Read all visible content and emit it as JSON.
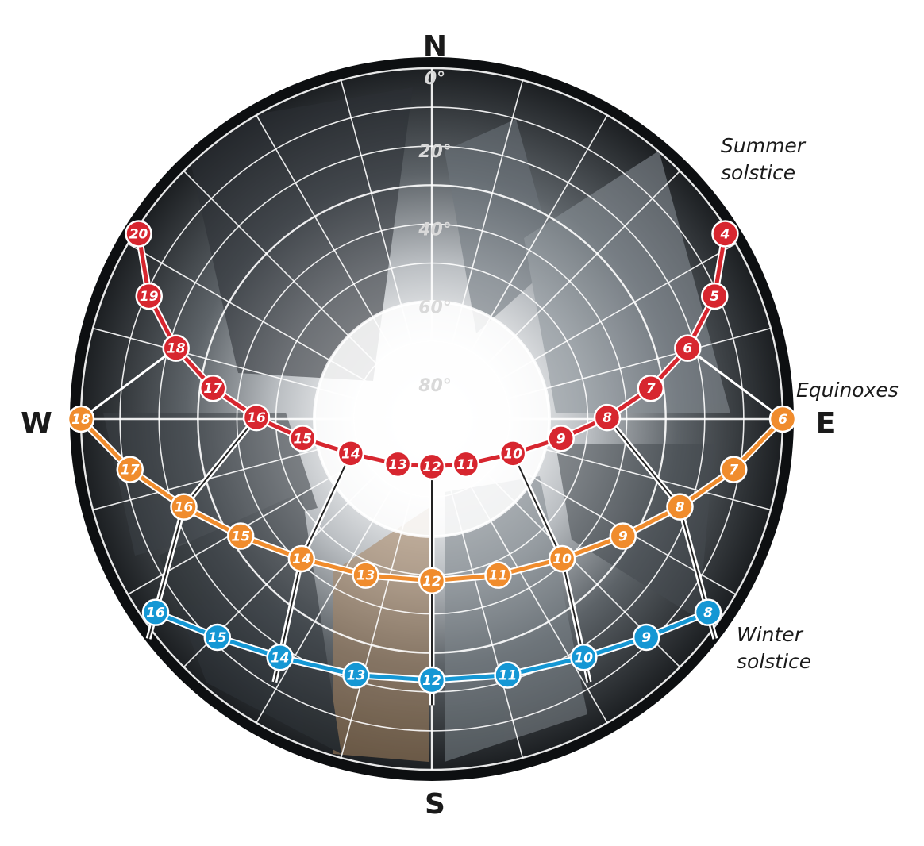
{
  "compass": {
    "north": "N",
    "south": "S",
    "east": "E",
    "west": "W"
  },
  "altitude_labels": [
    {
      "alt": 0,
      "text": "0°"
    },
    {
      "alt": 20,
      "text": "20°"
    },
    {
      "alt": 40,
      "text": "40°"
    },
    {
      "alt": 60,
      "text": "60°"
    },
    {
      "alt": 80,
      "text": "80°"
    }
  ],
  "path_labels": {
    "summer_line1": "Summer",
    "summer_line2": "solstice",
    "equinox": "Equinoxes",
    "winter_line1": "Winter",
    "winter_line2": "solstice"
  },
  "colors": {
    "summer": "#d7262f",
    "equinox": "#f08c2d",
    "winter": "#1597d4",
    "grid": "#ffffff",
    "sky_center": "#ffffff",
    "sky_edge": "#1c1f22",
    "rim": "#0d0f11"
  },
  "sun_paths": [
    {
      "id": "summer",
      "points": [
        {
          "hour": "4",
          "az": 57.7,
          "alt": 1.0
        },
        {
          "hour": "5",
          "az": 66.5,
          "alt": 10.9
        },
        {
          "hour": "6",
          "az": 74.5,
          "alt": 21.9
        },
        {
          "hour": "7",
          "az": 82.0,
          "alt": 33.3
        },
        {
          "hour": "8",
          "az": 89.5,
          "alt": 45.0
        },
        {
          "hour": "9",
          "az": 98.5,
          "alt": 56.5
        },
        {
          "hour": "10",
          "az": 113.0,
          "alt": 67.4
        },
        {
          "hour": "11",
          "az": 143.0,
          "alt": 75.5
        },
        {
          "hour": "12",
          "az": 180.0,
          "alt": 77.8
        },
        {
          "hour": "13",
          "az": 217.0,
          "alt": 75.5
        },
        {
          "hour": "14",
          "az": 247.0,
          "alt": 67.4
        },
        {
          "hour": "15",
          "az": 261.5,
          "alt": 56.5
        },
        {
          "hour": "16",
          "az": 270.5,
          "alt": 45.0
        },
        {
          "hour": "17",
          "az": 278.0,
          "alt": 33.3
        },
        {
          "hour": "18",
          "az": 285.5,
          "alt": 21.9
        },
        {
          "hour": "19",
          "az": 293.5,
          "alt": 10.9
        },
        {
          "hour": "20",
          "az": 302.3,
          "alt": 1.0
        }
      ]
    },
    {
      "id": "equinox",
      "points": [
        {
          "hour": "6",
          "az": 90.0,
          "alt": 0.0
        },
        {
          "hour": "7",
          "az": 99.5,
          "alt": 11.5
        },
        {
          "hour": "8",
          "az": 109.5,
          "alt": 22.5
        },
        {
          "hour": "9",
          "az": 121.5,
          "alt": 32.5
        },
        {
          "hour": "10",
          "az": 137.0,
          "alt": 41.0
        },
        {
          "hour": "11",
          "az": 157.0,
          "alt": 46.5
        },
        {
          "hour": "12",
          "az": 180.0,
          "alt": 48.5
        },
        {
          "hour": "13",
          "az": 203.0,
          "alt": 46.5
        },
        {
          "hour": "14",
          "az": 223.0,
          "alt": 41.0
        },
        {
          "hour": "15",
          "az": 238.5,
          "alt": 32.5
        },
        {
          "hour": "16",
          "az": 250.5,
          "alt": 22.5
        },
        {
          "hour": "17",
          "az": 260.5,
          "alt": 11.5
        },
        {
          "hour": "18",
          "az": 270.0,
          "alt": 0.0
        }
      ]
    },
    {
      "id": "winter",
      "points": [
        {
          "hour": "8",
          "az": 125.0,
          "alt": 3.5
        },
        {
          "hour": "9",
          "az": 135.5,
          "alt": 11.5
        },
        {
          "hour": "10",
          "az": 147.5,
          "alt": 17.5
        },
        {
          "hour": "11",
          "az": 163.5,
          "alt": 21.5
        },
        {
          "hour": "12",
          "az": 180.0,
          "alt": 23.0
        },
        {
          "hour": "13",
          "az": 196.5,
          "alt": 21.5
        },
        {
          "hour": "14",
          "az": 212.5,
          "alt": 17.5
        },
        {
          "hour": "15",
          "az": 224.5,
          "alt": 11.5
        },
        {
          "hour": "16",
          "az": 235.0,
          "alt": 3.5
        }
      ]
    }
  ],
  "analemma_hours": [
    "8",
    "10",
    "12",
    "14",
    "16"
  ]
}
